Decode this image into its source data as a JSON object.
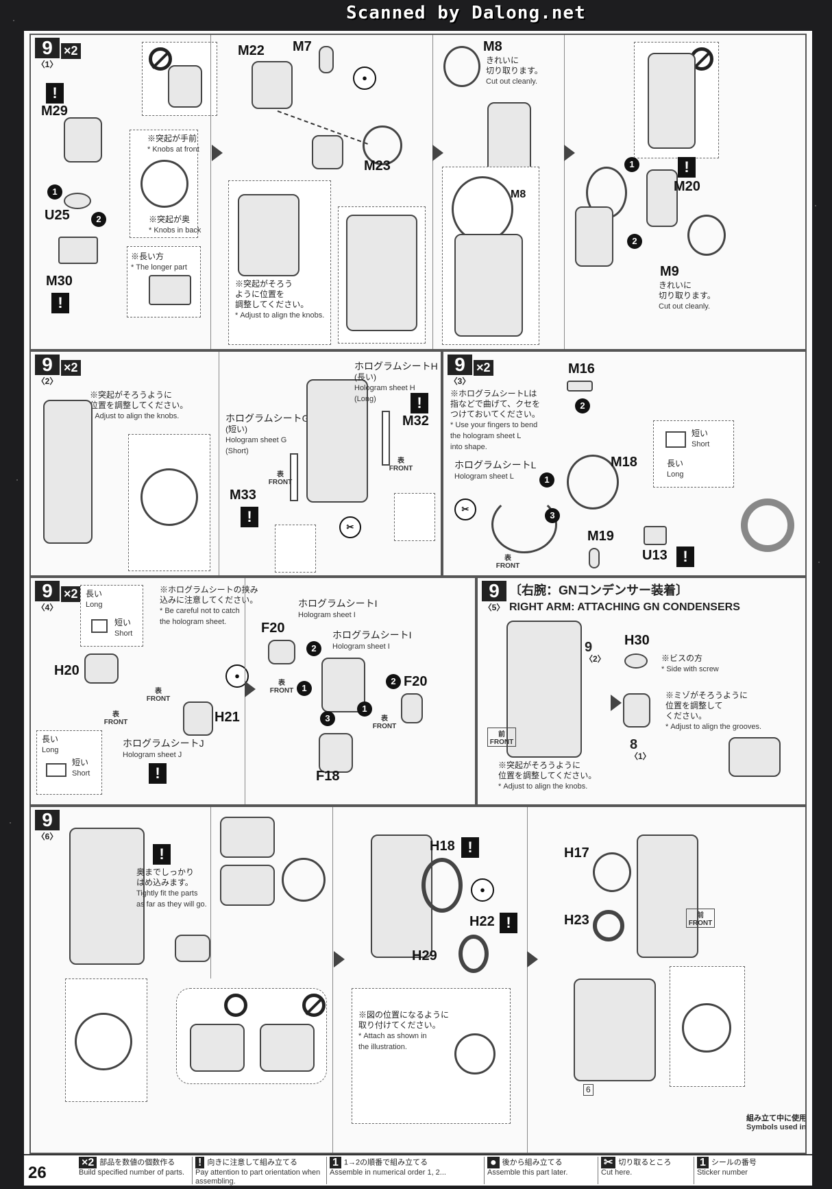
{
  "header": {
    "scanned_by": "Scanned by Dalong.net"
  },
  "page_number": "26",
  "step1": {
    "num": "9",
    "sub": "〈1〉",
    "mult": "×2",
    "part_m29": "M29",
    "part_u25": "U25",
    "part_m30": "M30",
    "knobs_front_jp": "※突起が手前",
    "knobs_front_en": "* Knobs at front",
    "knobs_back_jp": "※突起が奥",
    "knobs_back_en": "* Knobs in back",
    "longer_jp": "※長い方",
    "longer_en": "* The longer part",
    "part_m22": "M22",
    "part_m7": "M7",
    "part_m23": "M23",
    "align_jp1": "※突起がそろう",
    "align_jp2": "ように位置を",
    "align_jp3": "調整してください。",
    "align_en": "* Adjust to align the knobs.",
    "part_m8": "M8",
    "part_m8b": "M8",
    "cut_jp1": "きれいに",
    "cut_jp2": "切り取ります。",
    "cut_en": "Cut out cleanly.",
    "part_m20": "M20",
    "part_m9": "M9",
    "cut2_jp1": "きれいに",
    "cut2_jp2": "切り取ります。",
    "cut2_en": "Cut out cleanly."
  },
  "step2": {
    "num": "9",
    "sub": "〈2〉",
    "mult": "×2",
    "align_jp1": "※突起がそろうように",
    "align_jp2": "位置を調整してください。",
    "align_en": "* Adjust to align the knobs.",
    "holo_g_jp": "ホログラムシートG",
    "holo_g_jp2": "(短い)",
    "holo_g_en": "Hologram sheet G",
    "holo_g_en2": "(Short)",
    "holo_h_jp": "ホログラムシートH",
    "holo_h_jp2": "(長い)",
    "holo_h_en": "Hologram sheet H",
    "holo_h_en2": "(Long)",
    "part_m32": "M32",
    "part_m33": "M33",
    "front1": "表 FRONT",
    "front2": "表 FRONT"
  },
  "step3": {
    "num": "9",
    "sub": "〈3〉",
    "mult": "×2",
    "part_m16": "M16",
    "part_m18": "M18",
    "part_m19": "M19",
    "part_u13": "U13",
    "note_jp1": "※ホログラムシートLは",
    "note_jp2": "指などで曲げて、クセを",
    "note_jp3": "つけておいてください。",
    "note_en1": "* Use your fingers to bend",
    "note_en2": "the hologram sheet L",
    "note_en3": "into shape.",
    "holo_l_jp": "ホログラムシートL",
    "holo_l_en": "Hologram sheet L",
    "short_jp": "短い",
    "short_en": "Short",
    "long_jp": "長い",
    "long_en": "Long",
    "front": "表 FRONT"
  },
  "step4": {
    "num": "9",
    "sub": "〈4〉",
    "mult": "×2",
    "long_jp": "長い",
    "long_en": "Long",
    "short_jp": "短い",
    "short_en": "Short",
    "note_jp1": "※ホログラムシートの挟み",
    "note_jp2": "込みに注意してください。",
    "note_en1": "* Be careful not to catch",
    "note_en2": "the hologram sheet.",
    "part_h20": "H20",
    "part_h21": "H21",
    "front1": "表 FRONT",
    "front2": "表 FRONT",
    "holo_j_jp": "ホログラムシートJ",
    "holo_j_en": "Hologram sheet J",
    "long2_jp": "長い",
    "long2_en": "Long",
    "short2_jp": "短い",
    "short2_en": "Short",
    "holo_i_jp": "ホログラムシートI",
    "holo_i_en": "Hologram sheet I",
    "holo_i2_jp": "ホログラムシートI",
    "holo_i2_en": "Hologram sheet I",
    "part_f20": "F20",
    "part_f20b": "F20",
    "part_f18": "F18",
    "front3": "表 FRONT",
    "front4": "表 FRONT"
  },
  "step5": {
    "num": "9",
    "sub": "〈5〉",
    "title_jp": "〔右腕：GNコンデンサー装着〕",
    "title_en": "RIGHT ARM: ATTACHING GN CONDENSERS",
    "ref_step": "9",
    "ref_sub": "〈2〉",
    "part_h30": "H30",
    "screw_jp": "※ビスの方",
    "screw_en": "* Side with screw",
    "groove_jp1": "※ミゾがそろうように",
    "groove_jp2": "位置を調整して",
    "groove_jp3": "ください。",
    "groove_en": "* Adjust to align the grooves.",
    "ref8": "8",
    "ref8_sub": "〈1〉",
    "front": "前 FRONT",
    "align_jp1": "※突起がそろうように",
    "align_jp2": "位置を調整してください。",
    "align_en": "* Adjust to align the knobs."
  },
  "step6": {
    "num": "9",
    "sub": "〈6〉",
    "tight_jp1": "奥までしっかり",
    "tight_jp2": "はめ込みます。",
    "tight_en1": "Tightly fit the parts",
    "tight_en2": "as far as they will go.",
    "part_h18": "H18",
    "part_h22": "H22",
    "part_h29": "H29",
    "part_h17": "H17",
    "part_h23": "H23",
    "attach_jp1": "※図の位置になるように",
    "attach_jp2": "取り付けてください。",
    "attach_en1": "* Attach as shown in",
    "attach_en2": "the illustration.",
    "front": "前 FRONT",
    "sticker_num": "6"
  },
  "footer": {
    "legend_jp": "組み立て中に使用されているアイコン",
    "legend_en": "Symbols used in instructions",
    "items": [
      {
        "icon": "×2",
        "jp": "部品を数値の個数作る",
        "en": "Build specified number of parts."
      },
      {
        "icon": "!",
        "jp": "向きに注意して組み立てる",
        "en": "Pay attention to part orientation when assembling."
      },
      {
        "icon": "1",
        "jp": "1→2の順番で組み立てる",
        "en": "Assemble in numerical order 1, 2..."
      },
      {
        "icon": "●",
        "jp": "後から組み立てる",
        "en": "Assemble this part later."
      },
      {
        "icon": "✂",
        "jp": "切り取るところ",
        "en": "Cut here."
      },
      {
        "icon": "1",
        "jp": "シールの番号",
        "en": "Sticker number"
      }
    ]
  },
  "colors": {
    "background": "#1d1d1f",
    "sheet": "#fbfbfb",
    "ink": "#222222"
  }
}
